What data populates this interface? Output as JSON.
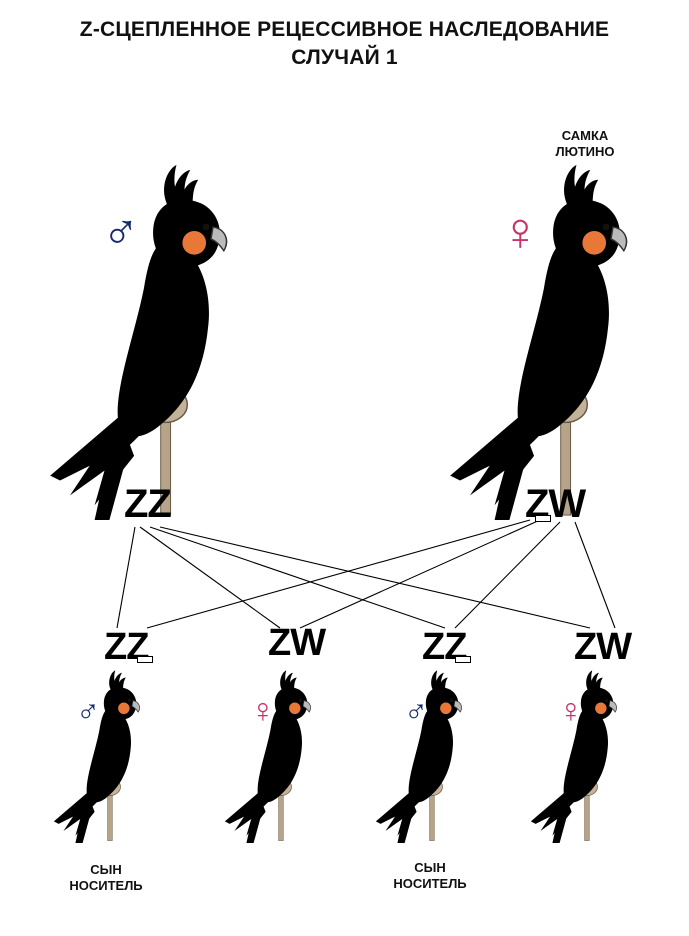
{
  "title": {
    "line1": "Z-СЦЕПЛЕННОЕ РЕЦЕССИВНОЕ НАСЛЕДОВАНИЕ",
    "line2": "СЛУЧАЙ 1"
  },
  "parents": {
    "father": {
      "symbol": "♂",
      "genotype": "ZZ"
    },
    "mother": {
      "symbol": "♀",
      "genotype": "ZW",
      "label_line1": "САМКА",
      "label_line2": "ЛЮТИНО"
    }
  },
  "offspring": [
    {
      "symbol": "♂",
      "genotype": "ZZ",
      "label_line1": "СЫН",
      "label_line2": "НОСИТЕЛЬ"
    },
    {
      "symbol": "♀",
      "genotype": "ZW"
    },
    {
      "symbol": "♂",
      "genotype": "ZZ",
      "label_line1": "СЫН",
      "label_line2": "НОСИТЕЛЬ"
    },
    {
      "symbol": "♀",
      "genotype": "ZW"
    }
  ],
  "colors": {
    "male_symbol": "#142a6e",
    "female_symbol": "#c8336b",
    "grey_bird": "#a9a9a9",
    "lutino_bird": "#ffffff",
    "cheek": "#f37e3a",
    "perch": "#b5a48a"
  }
}
